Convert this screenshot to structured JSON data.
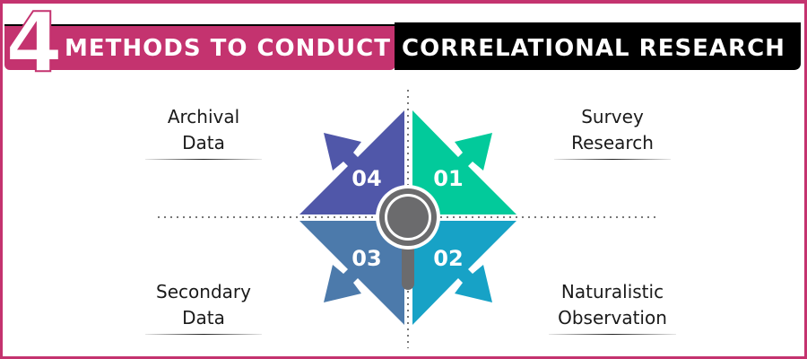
{
  "header": {
    "number": "4",
    "title_highlight": "METHODS TO CONDUCT",
    "title_rest": "CORRELATIONAL RESEARCH"
  },
  "colors": {
    "frame": "#c4336f",
    "header_pink": "#c4336f",
    "header_black": "#000000",
    "q01": "#02ca9b",
    "q02": "#17a2c6",
    "q03": "#4c7aab",
    "q04": "#5057a9",
    "magnifier": "#6b6b6d"
  },
  "methods": [
    {
      "number": "01",
      "label_line1": "Survey",
      "label_line2": "Research",
      "position": "top-right"
    },
    {
      "number": "02",
      "label_line1": "Naturalistic",
      "label_line2": "Observation",
      "position": "bottom-right"
    },
    {
      "number": "03",
      "label_line1": "Secondary",
      "label_line2": "Data",
      "position": "bottom-left"
    },
    {
      "number": "04",
      "label_line1": "Archival",
      "label_line2": "Data",
      "position": "top-left"
    }
  ]
}
